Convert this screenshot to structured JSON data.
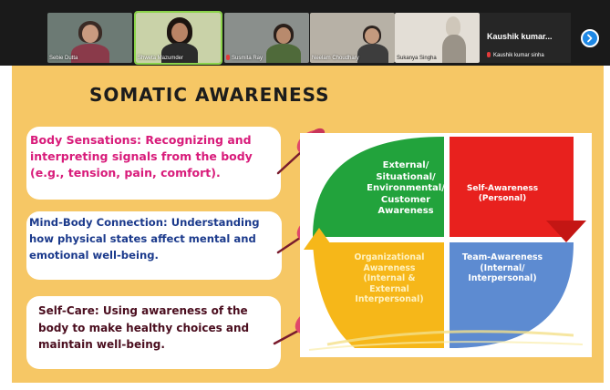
{
  "meeting": {
    "participants": [
      {
        "name": "Sebie Dutta",
        "mic_muted": false,
        "speaking": false
      },
      {
        "name": "Shweta Mazumder",
        "mic_muted": false,
        "speaking": true
      },
      {
        "name": "Susmita Ray",
        "mic_muted": true,
        "speaking": false
      },
      {
        "name": "Neelam Choudhary",
        "mic_muted": false,
        "speaking": false
      },
      {
        "name": "Sukanya Singha",
        "mic_muted": false,
        "speaking": false
      }
    ],
    "name_tile": {
      "title": "Kaushik kumar...",
      "subtitle": "Kaushik kumar sinha",
      "mic_muted": true
    },
    "next_page_icon": "chevron-right-icon"
  },
  "slide": {
    "title": "SOMATIC AWARENESS",
    "cards": [
      {
        "text": "Body Sensations: Recognizing and interpreting signals from the body (e.g., tension, pain, comfort)."
      },
      {
        "text": "Mind-Body Connection: Understanding how physical states affect mental and emotional well-being."
      },
      {
        "text": "Self-Care: Using awareness of the body to make healthy choices and maintain well-being."
      }
    ],
    "pin_icon": "push-pin-icon",
    "diagram": {
      "quadrants": [
        {
          "lines": [
            "External/",
            "Situational/",
            "Environmental/",
            "Customer",
            "Awareness"
          ]
        },
        {
          "lines": [
            "Self-Awareness",
            "(Personal)"
          ]
        },
        {
          "lines": [
            "Organizational",
            "Awareness",
            "(Internal &",
            "External",
            "Interpersonal)"
          ]
        },
        {
          "lines": [
            "Team-Awareness",
            "(Internal/",
            "Interpersonal)"
          ]
        }
      ]
    }
  },
  "colors": {
    "slide_bg": "#f6c765",
    "q_green": "#22a33c",
    "q_red": "#e8211e",
    "q_yellow": "#f6b719",
    "q_blue": "#5d8bd1",
    "card1_text": "#d81b7a",
    "card2_text": "#1b3a8c",
    "card3_text": "#4a0d1e",
    "pin": "#e0486a",
    "next_button": "#1e88e5"
  }
}
